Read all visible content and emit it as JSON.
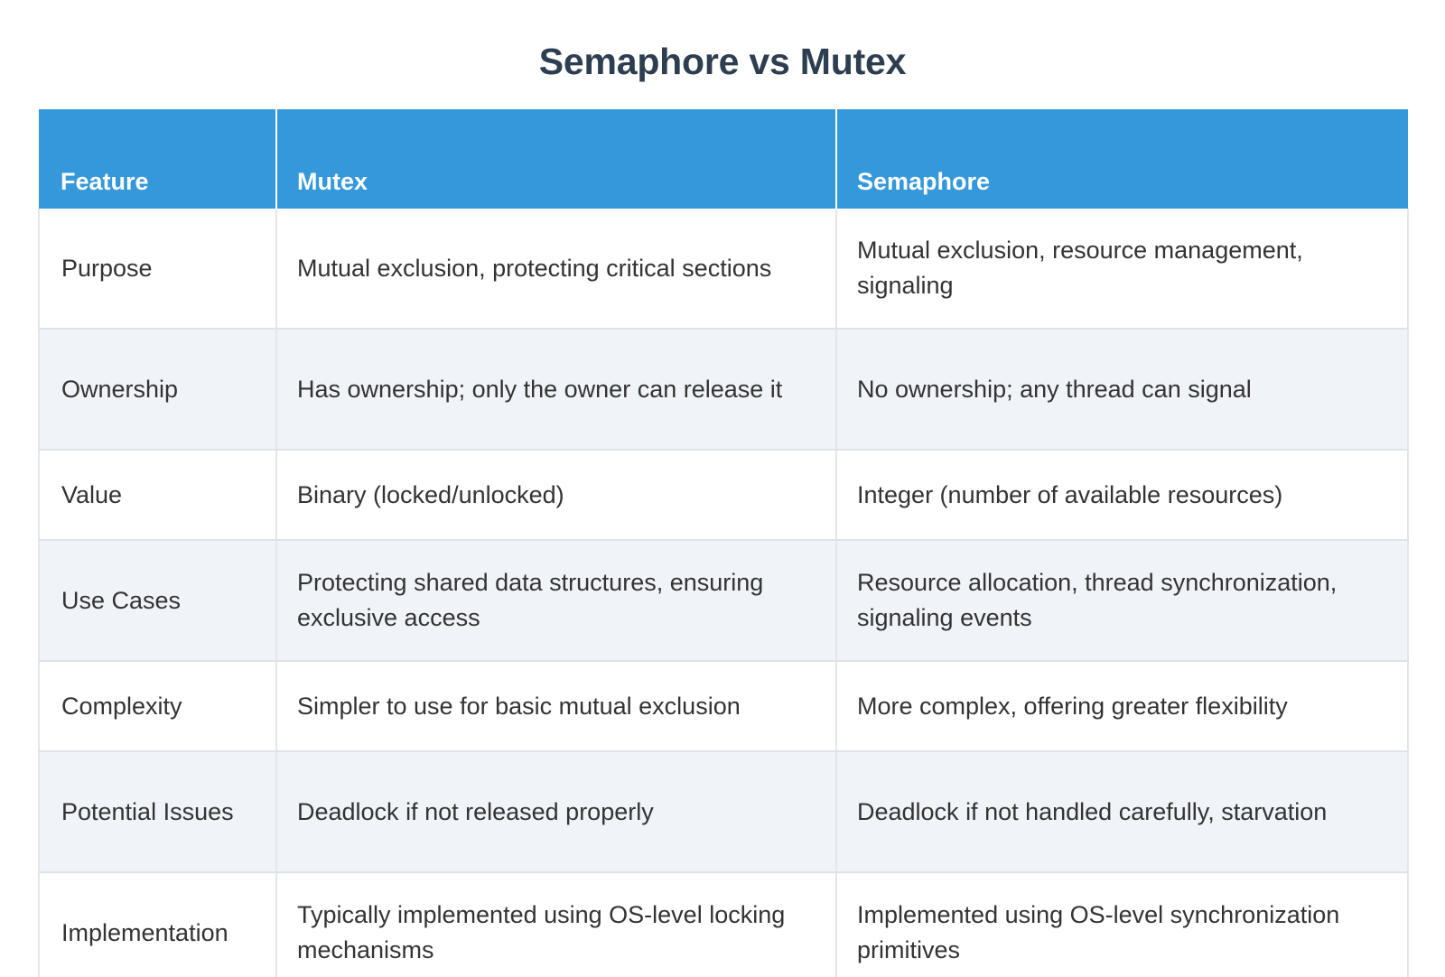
{
  "page": {
    "title": "Semaphore vs Mutex",
    "title_color": "#2c3e50",
    "background": "#ffffff"
  },
  "table": {
    "header_background": "#3498db",
    "header_text_color": "#ffffff",
    "stripe_color": "#f0f3f8",
    "border_color": "#e3e6ea",
    "body_text_color": "#333333",
    "columns": [
      {
        "label": "Feature"
      },
      {
        "label": "Mutex"
      },
      {
        "label": "Semaphore"
      }
    ],
    "rows": [
      {
        "feature": "Purpose",
        "mutex": "Mutual exclusion, protecting critical sections",
        "semaphore": "Mutual exclusion, resource management, signaling"
      },
      {
        "feature": "Ownership",
        "mutex": "Has ownership; only the owner can release it",
        "semaphore": "No ownership; any thread can signal"
      },
      {
        "feature": "Value",
        "mutex": "Binary (locked/unlocked)",
        "semaphore": "Integer (number of available resources)"
      },
      {
        "feature": "Use Cases",
        "mutex": "Protecting shared data structures, ensuring exclusive access",
        "semaphore": "Resource allocation, thread synchronization, signaling events"
      },
      {
        "feature": "Complexity",
        "mutex": "Simpler to use for basic mutual exclusion",
        "semaphore": "More complex, offering greater flexibility"
      },
      {
        "feature": "Potential Issues",
        "mutex": "Deadlock if not released properly",
        "semaphore": "Deadlock if not handled carefully, starvation"
      },
      {
        "feature": "Implementation",
        "mutex": "Typically implemented using OS-level locking mechanisms",
        "semaphore": "Implemented using OS-level synchronization primitives"
      }
    ]
  }
}
